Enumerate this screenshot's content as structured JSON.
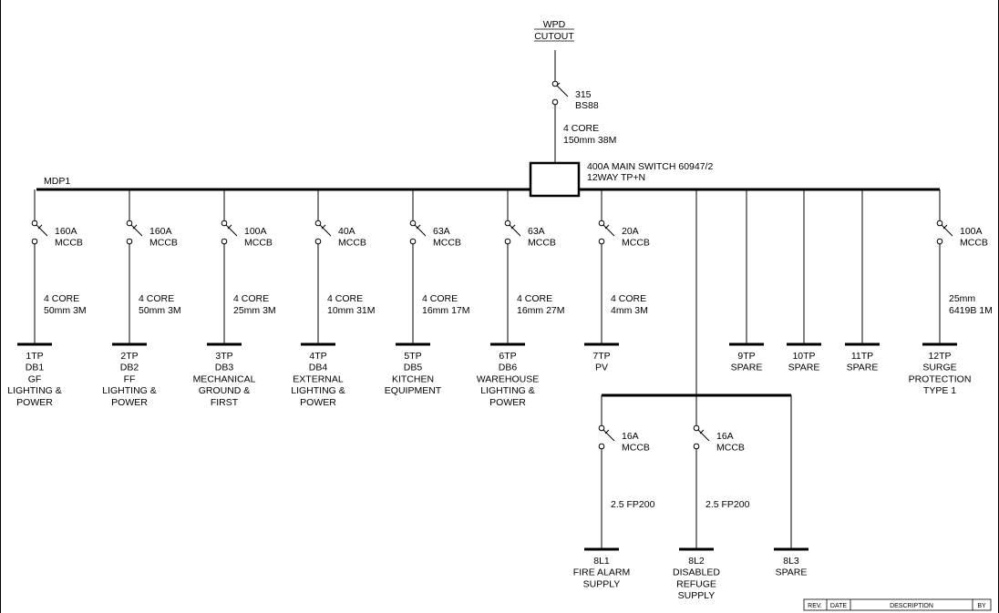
{
  "supply": {
    "line1": "WPD",
    "line2": "CUTOUT"
  },
  "main_fuse": {
    "rating": "315",
    "type": "BS88"
  },
  "main_cable": {
    "line1": "4 CORE",
    "line2": "150mm 38M"
  },
  "main_switch": {
    "line1": "400A MAIN SWITCH 60947/2",
    "line2": "12WAY TP+N"
  },
  "board_name": "MDP1",
  "circuits": [
    {
      "breaker": [
        "160A",
        "MCCB"
      ],
      "cable": [
        "4 CORE",
        "50mm 3M"
      ],
      "label": [
        "1TP",
        "DB1",
        "GF",
        "LIGHTING &",
        "POWER"
      ]
    },
    {
      "breaker": [
        "160A",
        "MCCB"
      ],
      "cable": [
        "4 CORE",
        "50mm 3M"
      ],
      "label": [
        "2TP",
        "DB2",
        "FF",
        "LIGHTING &",
        "POWER"
      ]
    },
    {
      "breaker": [
        "100A",
        "MCCB"
      ],
      "cable": [
        "4 CORE",
        "25mm 3M"
      ],
      "label": [
        "3TP",
        "DB3",
        "MECHANICAL",
        "GROUND &",
        "FIRST"
      ]
    },
    {
      "breaker": [
        "40A",
        "MCCB"
      ],
      "cable": [
        "4 CORE",
        "10mm 31M"
      ],
      "label": [
        "4TP",
        "DB4",
        "EXTERNAL",
        "LIGHTING &",
        "POWER"
      ]
    },
    {
      "breaker": [
        "63A",
        "MCCB"
      ],
      "cable": [
        "4 CORE",
        "16mm 17M"
      ],
      "label": [
        "5TP",
        "DB5",
        "KITCHEN",
        "EQUIPMENT"
      ]
    },
    {
      "breaker": [
        "63A",
        "MCCB"
      ],
      "cable": [
        "4 CORE",
        "16mm 27M"
      ],
      "label": [
        "6TP",
        "DB6",
        "WAREHOUSE",
        "LIGHTING &",
        "POWER"
      ]
    },
    {
      "breaker": [
        "20A",
        "MCCB"
      ],
      "cable": [
        "4 CORE",
        "4mm 3M"
      ],
      "label": [
        "7TP",
        "PV"
      ]
    },
    {
      "breaker": null,
      "cable": null,
      "label": [
        "9TP",
        "SPARE"
      ]
    },
    {
      "breaker": null,
      "cable": null,
      "label": [
        "10TP",
        "SPARE"
      ]
    },
    {
      "breaker": null,
      "cable": null,
      "label": [
        "11TP",
        "SPARE"
      ]
    },
    {
      "breaker": [
        "100A",
        "MCCB"
      ],
      "cable": [
        "25mm",
        "6419B 1M"
      ],
      "label": [
        "12TP",
        "SURGE",
        "PROTECTION",
        "TYPE 1"
      ]
    }
  ],
  "sub_circuits": [
    {
      "breaker": [
        "16A",
        "MCCB"
      ],
      "cable": [
        "2.5 FP200"
      ],
      "label": [
        "8L1",
        "FIRE ALARM",
        "SUPPLY"
      ]
    },
    {
      "breaker": [
        "16A",
        "MCCB"
      ],
      "cable": [
        "2.5 FP200"
      ],
      "label": [
        "8L2",
        "DISABLED",
        "REFUGE",
        "SUPPLY"
      ]
    },
    {
      "breaker": null,
      "cable": null,
      "label": [
        "8L3",
        "SPARE"
      ]
    }
  ],
  "revision_table": {
    "rev": "REV.",
    "date": "DATE",
    "description": "DESCRIPTION",
    "by": "BY"
  }
}
